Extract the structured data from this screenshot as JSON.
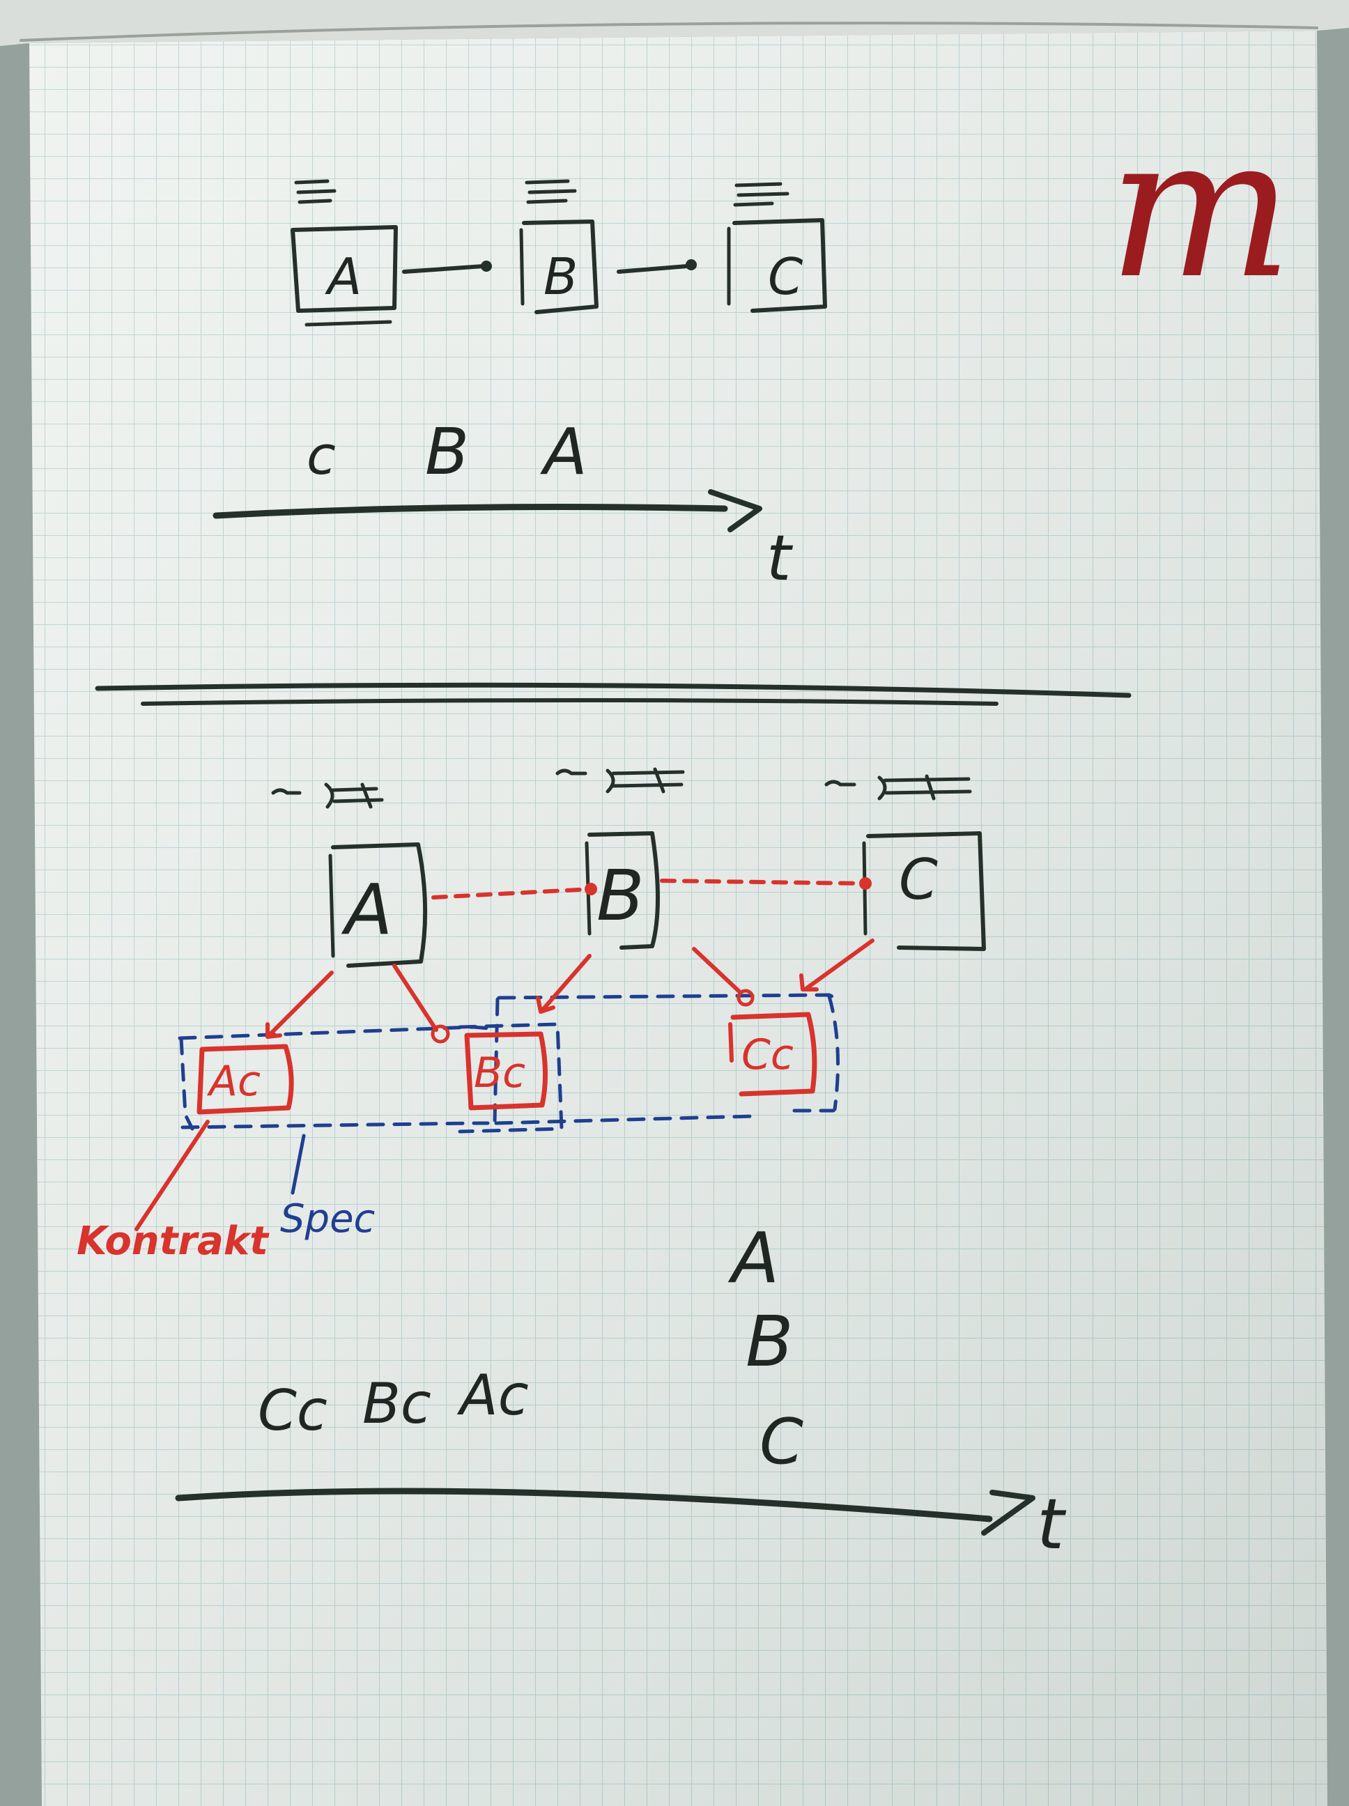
{
  "colors": {
    "paper": "#eef2ef",
    "grid": "#b9d3d3",
    "black_ink": "#26302b",
    "red_ink": "#d8332c",
    "blue_ink": "#1f3f8f",
    "logo_red": "#9b1c1f"
  },
  "logo": {
    "icon": "m-logo-icon",
    "text": "m"
  },
  "top_diagram": {
    "nodes": [
      "A",
      "B",
      "C"
    ],
    "icon": "component-icon"
  },
  "top_timeline": {
    "sequence": [
      "c",
      "B",
      "A"
    ],
    "axis_label": "t"
  },
  "bottom_diagram": {
    "nodes": [
      "A",
      "B",
      "C"
    ],
    "icon": "provided-interface-icon",
    "contracts": [
      "Ac",
      "Bc",
      "Cc"
    ],
    "label_contract": "Kontrakt",
    "label_spec": "Spec"
  },
  "bottom_timeline": {
    "sequence": [
      "Cc",
      "Bc",
      "Ac"
    ],
    "stack": [
      "A",
      "B",
      "C"
    ],
    "axis_label": "t"
  }
}
